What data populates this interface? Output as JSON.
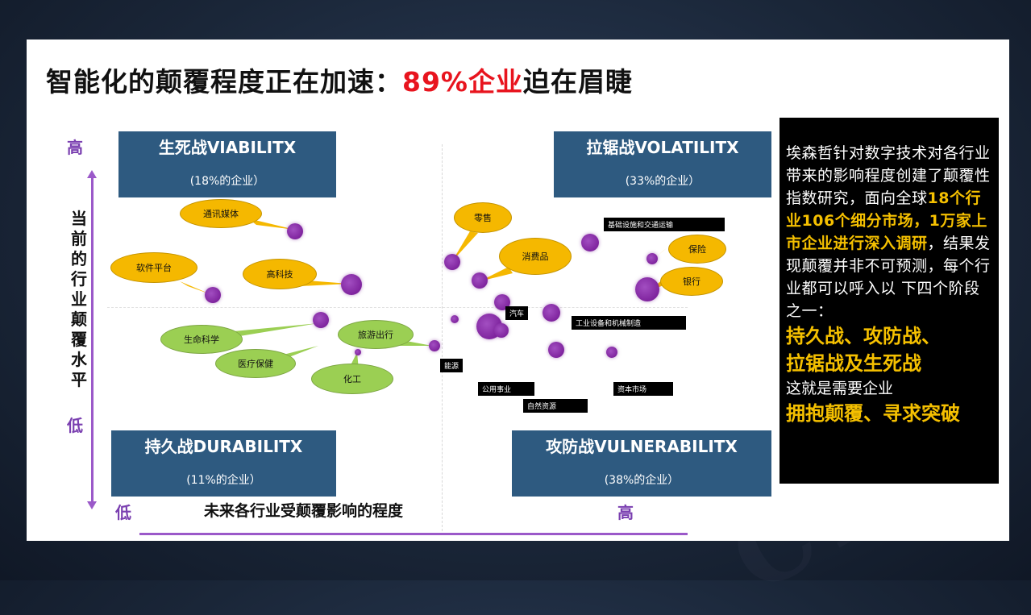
{
  "title": {
    "prefix": "智能化的颠覆程度正在加速：",
    "highlight": "89%企业",
    "suffix": "迫在眉睫"
  },
  "axes": {
    "y_high": "高",
    "y_low": "低",
    "y_title": "当前的行业颠覆水平",
    "x_low": "低",
    "x_high": "高",
    "x_title": "未来各行业受颠覆影响的程度"
  },
  "quadrants": {
    "top_left": {
      "title": "生死战VIABILITX",
      "sub": "(18%的企业）"
    },
    "top_right": {
      "title": "拉锯战VOLATILITX",
      "sub": "(33%的企业）"
    },
    "bottom_left": {
      "title": "持久战DURABILITX",
      "sub": "(11%的企业）"
    },
    "bottom_right": {
      "title": "攻防战VULNERABILITX",
      "sub": "(38%的企业）"
    }
  },
  "bubbles": {
    "telecom": "通讯媒体",
    "software": "软件平台",
    "hightech": "高科技",
    "lifesci": "生命科学",
    "health": "医疗保健",
    "chem": "化工",
    "travel": "旅游出行",
    "retail": "零售",
    "consumer": "消费品",
    "insurance": "保险",
    "bank": "银行"
  },
  "tags": {
    "infra": "基础设施和交通运输",
    "auto": "汽车",
    "industrial": "工业设备和机械制造",
    "energy": "能源",
    "utility": "公用事业",
    "capital": "资本市场",
    "resources": "自然资源"
  },
  "sidebox": {
    "p1": "埃森哲针对数字技术对各行业带来的影响程度创建了颠覆性指数研究，面向全球",
    "p1_hl": "18个行业106个细分市场，1万家上市企业进行深入调研",
    "p1_end": "，结果发现颠覆并非不可预测，每个行业都可以呼入以 下四个阶段之一：",
    "big1": "持久战、攻防战、",
    "big2": "拉锯战及生死战",
    "p2": "这就是需要企业",
    "big3": "拥抱颠覆、寻求突破"
  },
  "colors": {
    "accent": "#e8141e",
    "axis": "#9b59c9",
    "quadrant": "#2e5a80",
    "highlight": "#f5c000"
  }
}
